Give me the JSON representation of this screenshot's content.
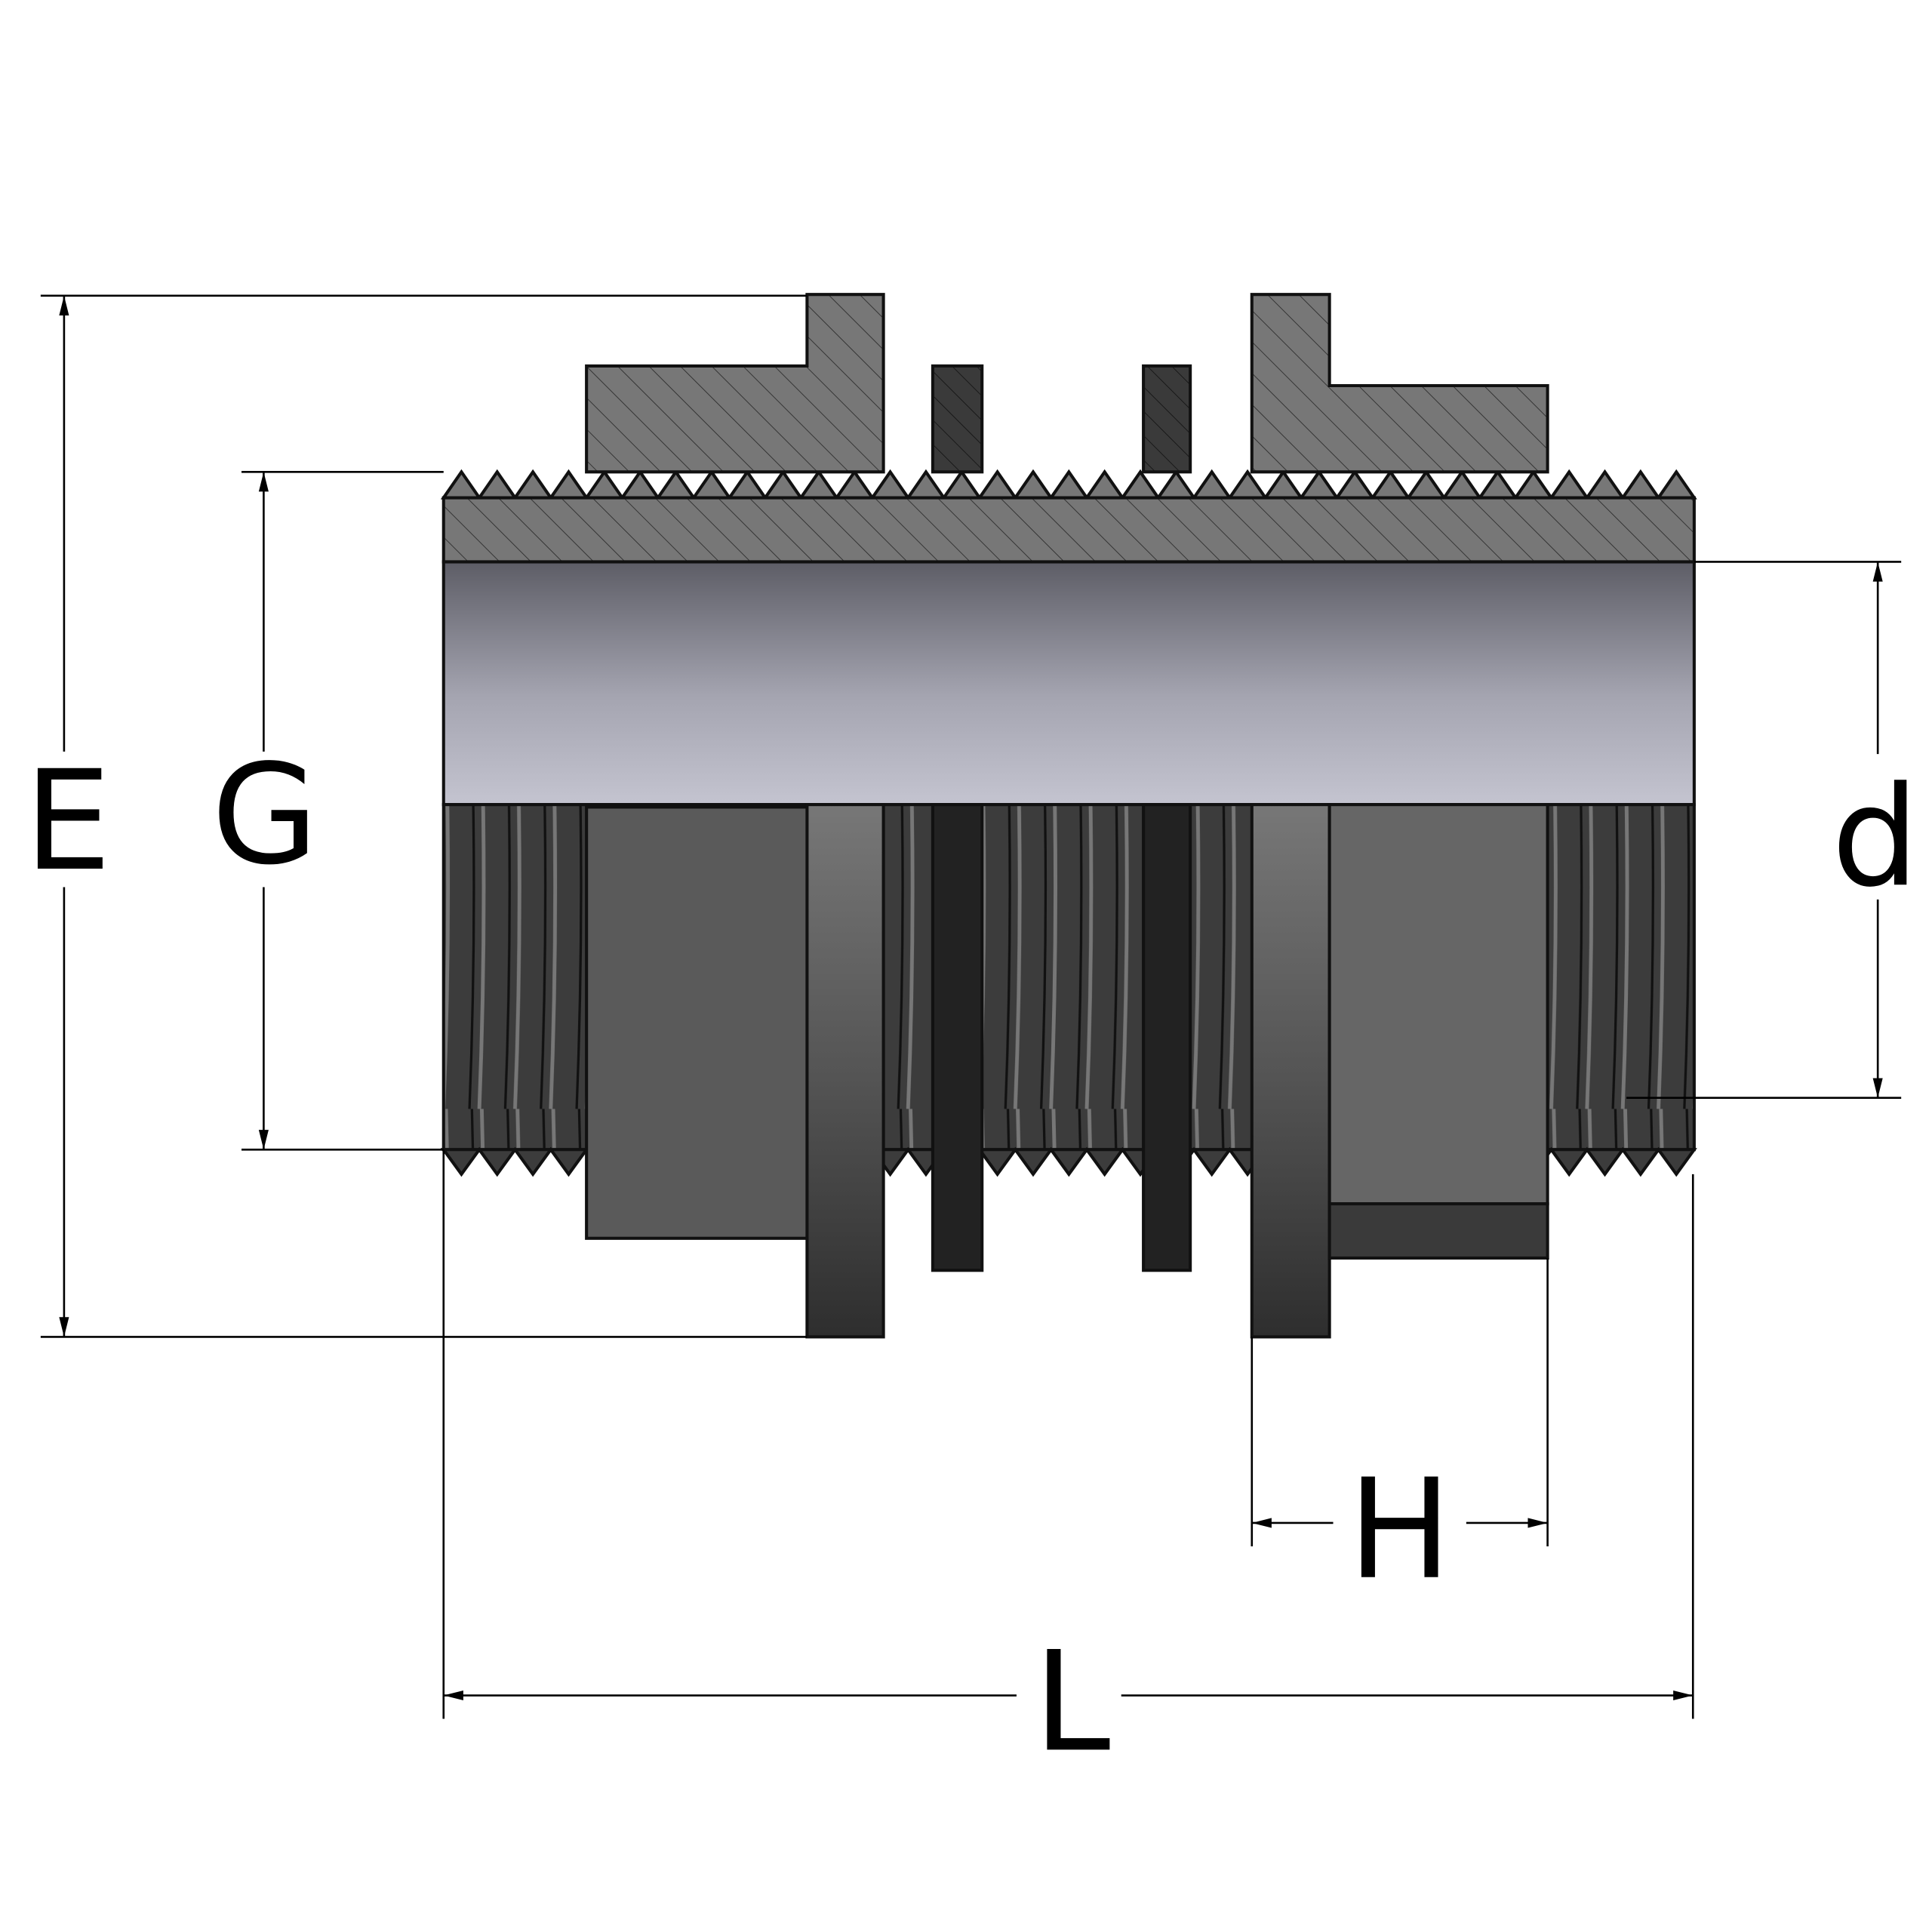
{
  "diagram": {
    "dimensions": {
      "E": "E",
      "G": "G",
      "d": "d",
      "H": "H",
      "L": "L"
    },
    "colors": {
      "section": "#777777",
      "bore_top": "#5d5d66",
      "bore_bottom": "#c4c4d0",
      "thread_dark": "#3c3c3c",
      "washer": "#222222"
    }
  }
}
